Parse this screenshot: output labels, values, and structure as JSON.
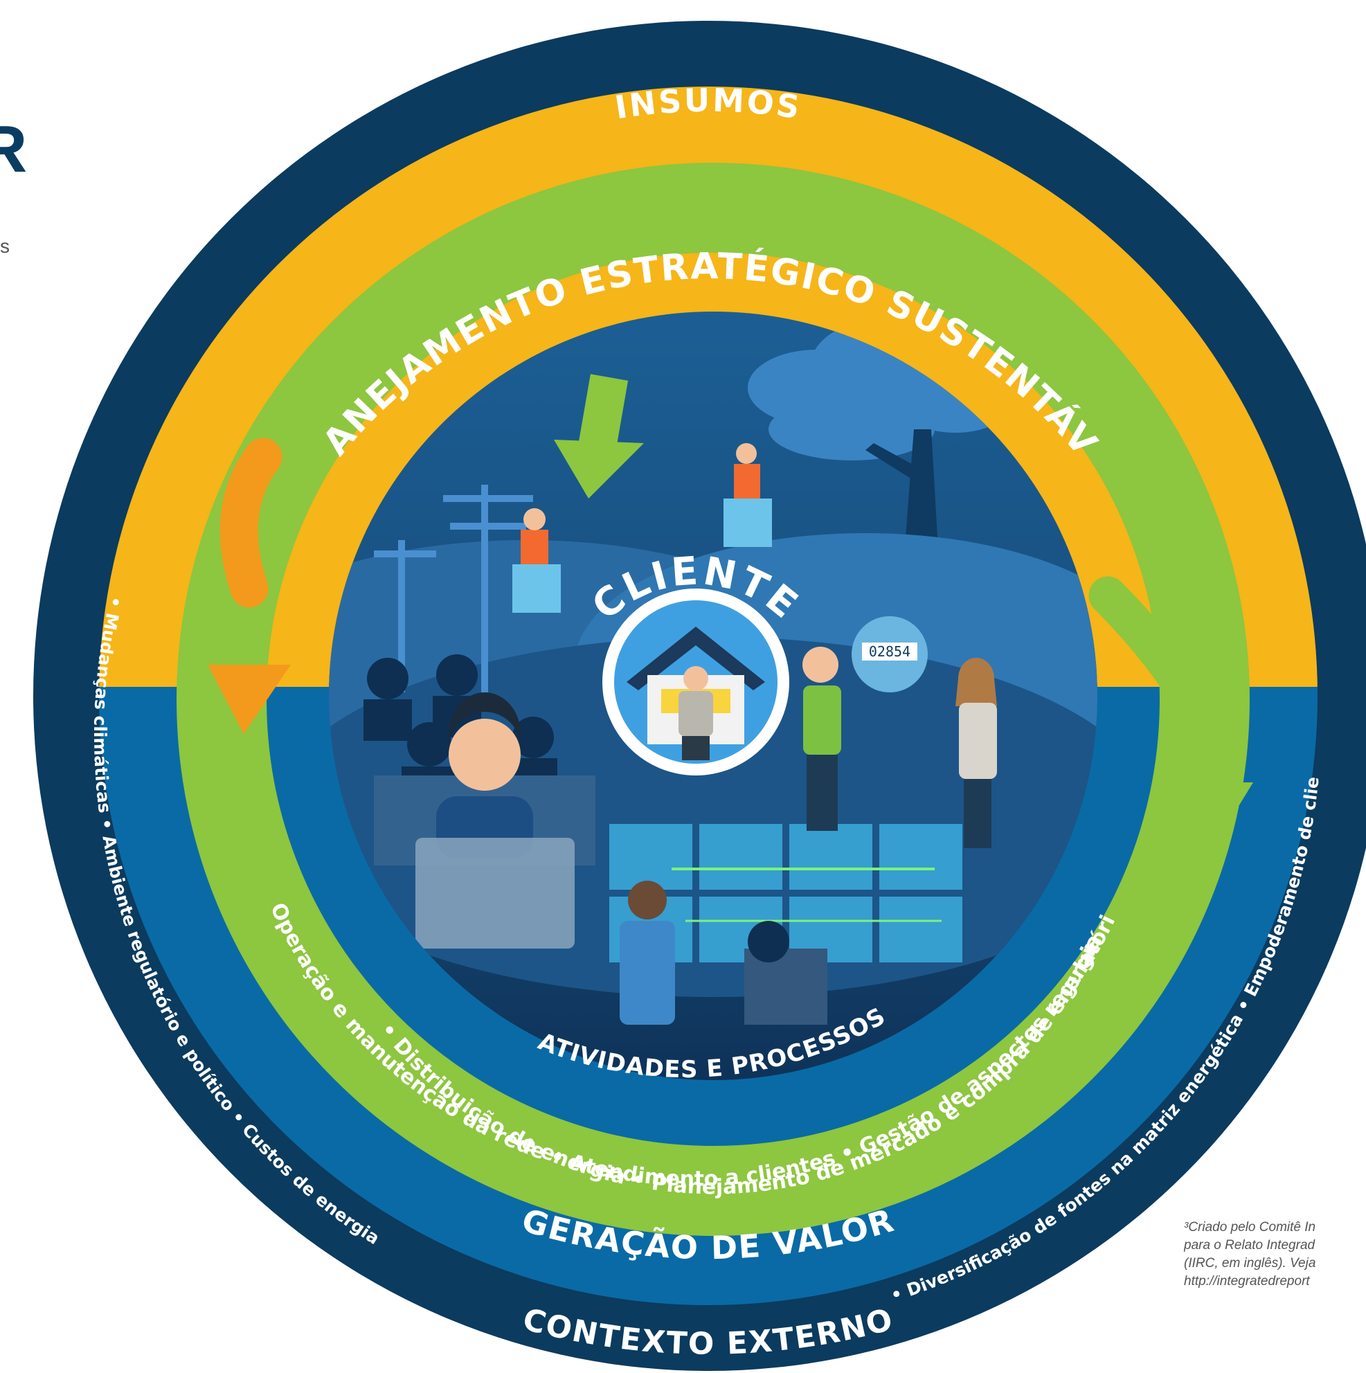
{
  "left_edge": {
    "heading_fragment": "R",
    "text_fragment": "s"
  },
  "rings": {
    "inputs_label": "INSUMOS",
    "value_label": "GERAÇÃO DE VALOR",
    "context_label": "CONTEXTO EXTERNO",
    "planning_label": "PLANEJAMENTO ESTRATÉGICO SUSTENTÁVEL",
    "activities_title": "ATIVIDADES E PROCESSOS",
    "activities_line1": "• Distribuição de energia • Planejamento de mercado e compra de energia",
    "activities_line2": "• Operação e manutenção da rede • Atendimento a clientes • Gestão de aspectos regulatórios",
    "center_label": "CLIENTE",
    "meter_reading": "02854"
  },
  "context_factors": [
    "• Mudanças climáticas",
    "• Ambiente regulatório e político",
    "• Custos de energia",
    "• Diversificação de fontes na matriz energética",
    "• Empoderamento de clientes"
  ],
  "footnote": [
    "³Criado pelo Comitê In",
    "para o Relato Integrad",
    "(IIRC, em inglês). Veja",
    "http://integratedreport"
  ],
  "colors": {
    "navy": "#0b3b5e",
    "yellow": "#f6b519",
    "blue": "#0a6aa6",
    "green": "#8dc63f",
    "orange": "#f39a1c",
    "scene": "#1a4f80"
  }
}
